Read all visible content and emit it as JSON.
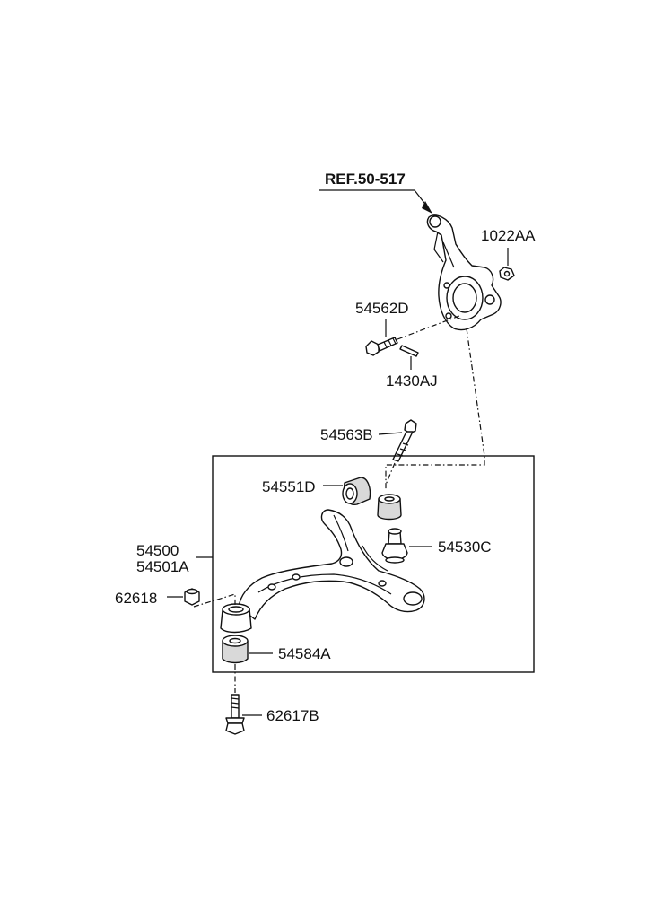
{
  "diagram": {
    "ref_label": "REF.50-517",
    "callouts": {
      "p1022AA": "1022AA",
      "p54562D": "54562D",
      "p1430AJ": "1430AJ",
      "p54563B": "54563B",
      "p54551D": "54551D",
      "p54500": "54500",
      "p54501A": "54501A",
      "p54530C": "54530C",
      "p62618": "62618",
      "p54584A": "54584A",
      "p62617B": "62617B"
    }
  }
}
